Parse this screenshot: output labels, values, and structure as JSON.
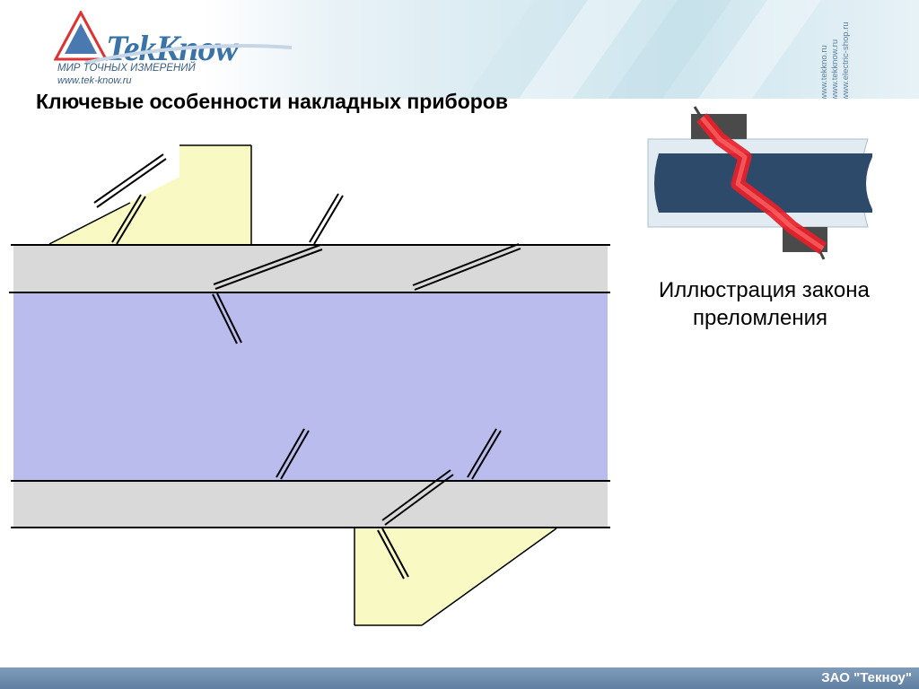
{
  "header": {
    "logo_name": "TekKnow",
    "logo_tagline": "МИР ТОЧНЫХ ИЗМЕРЕНИЙ",
    "logo_url": "www.tek-know.ru",
    "side_urls": [
      "www.tekkno.ru",
      "www.tekknow.ru",
      "www.electric-shop.ru"
    ]
  },
  "slide": {
    "title": "Ключевые особенности накладных приборов",
    "caption_line1": "Иллюстрация закона",
    "caption_line2": "преломления"
  },
  "footer": {
    "company": "ЗАО \"Текноу\""
  },
  "colors": {
    "wall": "#d9d9d9",
    "fluid": "#bbbcee",
    "transducer": "#f9f9c4",
    "beam": "#e8202a",
    "pipe_dark": "#2d4a6b",
    "footer": "#6f8eae"
  },
  "icons": [
    "logo-triangle-icon",
    "beam-segment-icon"
  ]
}
